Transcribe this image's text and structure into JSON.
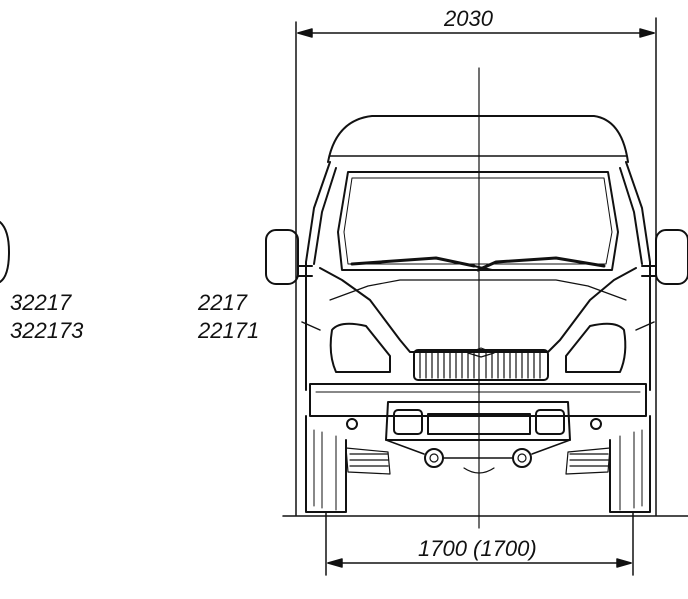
{
  "drawing": {
    "dimensions": {
      "overall_width": "2030",
      "track_width": "1700 (1700)"
    },
    "model_labels": {
      "left_group": [
        "32217",
        "322173"
      ],
      "right_group": [
        "2217",
        "22171"
      ]
    }
  }
}
